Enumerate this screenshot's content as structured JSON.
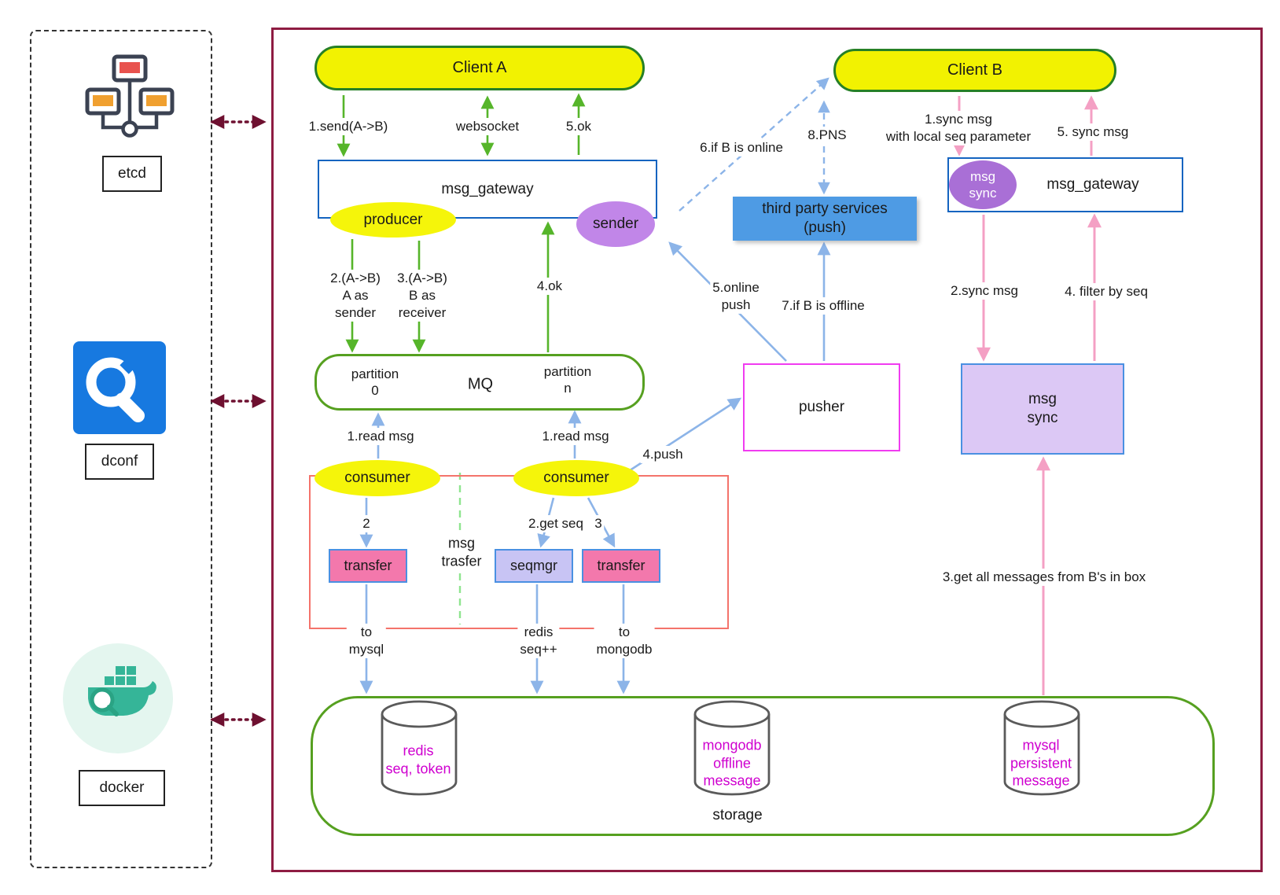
{
  "colors": {
    "main_border": "#8e1c42",
    "node_yellow": "#f2f201",
    "green_border": "#268026",
    "blue_border": "#1464c0",
    "green_arrow": "#56b52a",
    "blue_arrow": "#8cb4e8",
    "pink_arrow": "#f4a0c4",
    "purple_ellipse": "#c186e8",
    "lavender_box": "#dcc8f5",
    "pink_box": "#f378ac",
    "magenta_text": "#cf00cf",
    "red_frame": "#f4736b"
  },
  "left_panel": {
    "etcd_label": "etcd",
    "dconf_label": "dconf",
    "docker_label": "docker"
  },
  "nodes": {
    "client_a": "Client A",
    "client_b": "Client B",
    "gateway_left": "msg_gateway",
    "gateway_right": "msg_gateway",
    "producer": "producer",
    "sender": "sender",
    "msg_sync_badge": "msg\nsync",
    "third_party": "third party services\n(push)",
    "mq": "MQ",
    "partition_0": "partition\n0",
    "partition_n": "partition\nn",
    "pusher": "pusher",
    "msg_sync_box": "msg\nsync",
    "consumer_left": "consumer",
    "consumer_right": "consumer",
    "transfer_left": "transfer",
    "seqmgr": "seqmgr",
    "transfer_right": "transfer",
    "msg_trasfer_note": "msg\ntrasfer",
    "storage": "storage",
    "redis_db": "redis\nseq, token",
    "mongodb_db": "mongodb\noffline\nmessage",
    "mysql_db": "mysql\npersistent\nmessage"
  },
  "edge_labels": {
    "send_ab": "1.send(A->B)",
    "websocket": "websocket",
    "ok5": "5.ok",
    "if_online": "6.if B is online",
    "pns": "8.PNS",
    "sync_msg_1": "1.sync msg\nwith local seq parameter",
    "sync_msg_5": "5. sync msg",
    "a_as_sender": "2.(A->B)\nA as\nsender",
    "b_as_receiver": "3.(A->B)\nB as\nreceiver",
    "ok4": "4.ok",
    "online_push": "5.online\npush",
    "if_offline": "7.if B is offline",
    "sync_msg_2": "2.sync msg",
    "filter_by_seq": "4. filter by seq",
    "read_msg_left": "1.read msg",
    "read_msg_right": "1.read msg",
    "push4": "4.push",
    "step2": "2",
    "get_seq": "2.get seq",
    "step3": "3",
    "to_mysql": "to\nmysql",
    "redis_seq": "redis\nseq++",
    "to_mongodb": "to\nmongodb",
    "get_all": "3.get all messages from B's in box"
  }
}
